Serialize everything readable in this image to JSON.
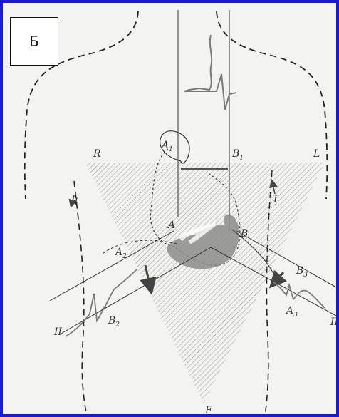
{
  "panel_label": "Б",
  "labels": {
    "R": "R",
    "L": "L",
    "F": "F",
    "A": "A",
    "B": "B",
    "A1": "A",
    "A1_sub": "1",
    "B1": "B",
    "B1_sub": "1",
    "A2": "A",
    "A2_sub": "2",
    "B2": "B",
    "B2_sub": "2",
    "A3": "A",
    "A3_sub": "3",
    "B3": "B",
    "B3_sub": "3",
    "lead_I": "I",
    "lead_II": "II",
    "lead_III": "III"
  },
  "colors": {
    "frame_border": "#1a1ad6",
    "background": "#f3f3f0",
    "line": "#222222",
    "hatch": "#9a9a9a",
    "heart_fill": "#8c8c8c",
    "ecg_trace": "#7a7a7a"
  }
}
